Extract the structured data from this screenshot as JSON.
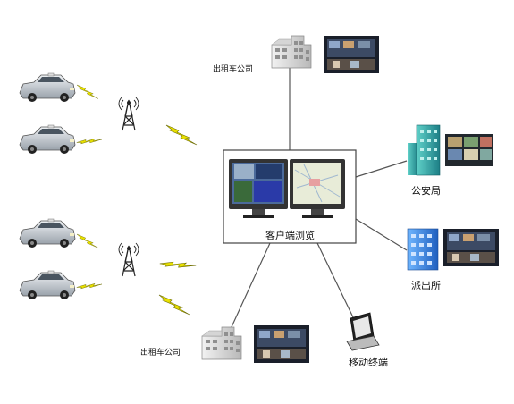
{
  "labels": {
    "taxi_company_top": "出租车公司",
    "taxi_company_bottom": "出租车公司",
    "client_browse": "客户端浏览",
    "public_security_bureau": "公安局",
    "police_station": "派出所",
    "mobile_terminal": "移动终端"
  },
  "colors": {
    "line": "#555555",
    "lightning": "#e8e000",
    "lightning_edge": "#6b6b00",
    "bureau_building": "#2fa6a6",
    "station_building": "#2f7fd6",
    "monitor_frame": "#333333",
    "car_body": "#c9cfd6"
  }
}
